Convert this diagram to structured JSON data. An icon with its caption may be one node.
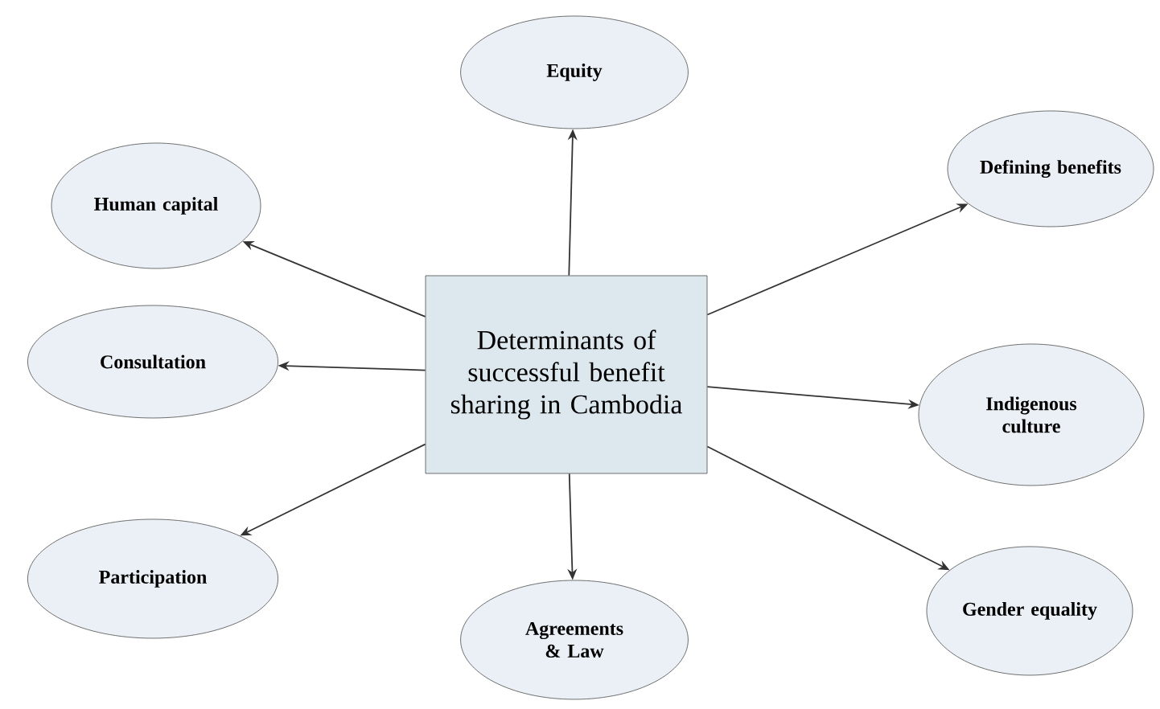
{
  "diagram": {
    "nodes": [
      {
        "text": [
          "Determinants of successful benefit sharing in Cambodia"
        ]
      },
      {
        "text": [
          "Equity"
        ]
      },
      {
        "text": [
          "Defining benefits"
        ]
      },
      {
        "text": [
          "Human capital"
        ]
      },
      {
        "text": [
          "Consultation"
        ]
      },
      {
        "text": [
          "Indigenous culture"
        ]
      },
      {
        "text": [
          "Participation"
        ]
      },
      {
        "text": [
          "Agreements & Law"
        ]
      },
      {
        "text": [
          "Gender equality"
        ]
      }
    ],
    "edges": [
      {
        "from": 0,
        "to": 1,
        "arrow": "to"
      },
      {
        "from": 0,
        "to": 2,
        "arrow": "to"
      },
      {
        "from": 0,
        "to": 3,
        "arrow": "to"
      },
      {
        "from": 0,
        "to": 4,
        "arrow": "to"
      },
      {
        "from": 0,
        "to": 5,
        "arrow": "to"
      },
      {
        "from": 0,
        "to": 6,
        "arrow": "to"
      },
      {
        "from": 0,
        "to": 7,
        "arrow": "to"
      },
      {
        "from": 0,
        "to": 8,
        "arrow": "to"
      }
    ]
  }
}
